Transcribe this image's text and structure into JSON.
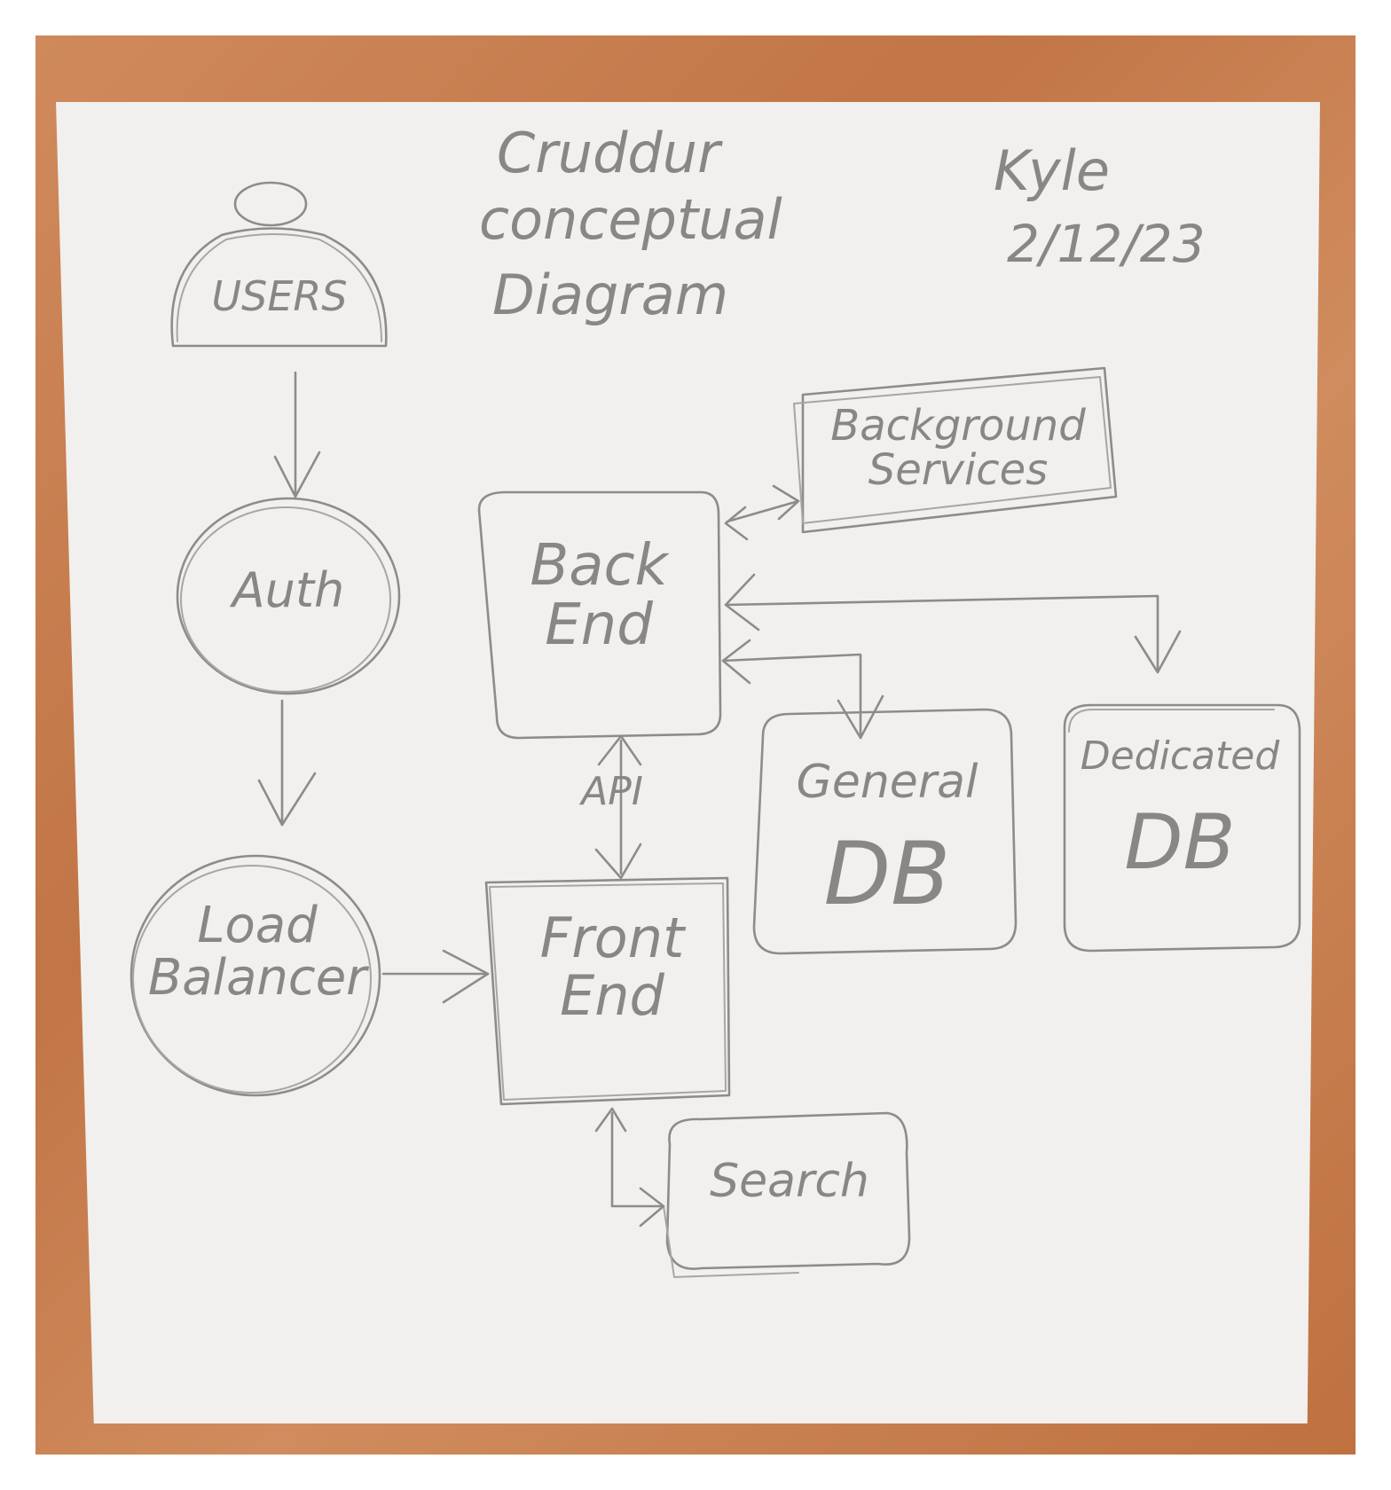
{
  "title": {
    "line1": "Cruddur",
    "line2": "conceptual",
    "line3": "Diagram"
  },
  "author": {
    "name": "Kyle",
    "date": "2/12/23"
  },
  "nodes": {
    "users": "USERS",
    "auth": "Auth",
    "load_balancer": "Load\nBalancer",
    "front_end": "Front\nEnd",
    "back_end": "Back\nEnd",
    "background_services": "Background\nServices",
    "general_db_top": "General",
    "general_db_bottom": "DB",
    "dedicated_db_top": "Dedicated",
    "dedicated_db_bottom": "DB",
    "search": "Search"
  },
  "edges": {
    "api": "API"
  },
  "colors": {
    "pencil": "#8f8b88",
    "napkin": "#f1f0ef",
    "table": "#c27546"
  }
}
